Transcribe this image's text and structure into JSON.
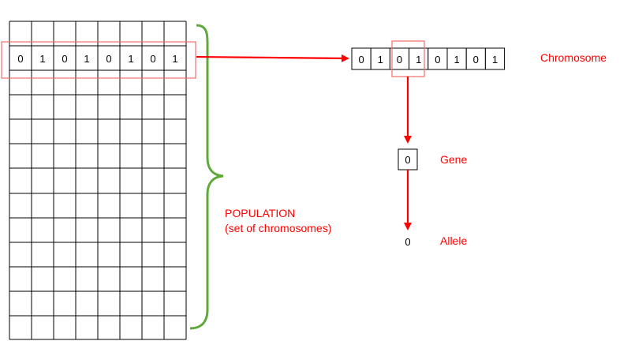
{
  "population": {
    "first_row": [
      "0",
      "1",
      "0",
      "1",
      "0",
      "1",
      "0",
      "1"
    ],
    "label_line1": "POPULATION",
    "label_line2": "(set of chromosomes)"
  },
  "chromosome": {
    "genes": [
      "0",
      "1",
      "0",
      "1",
      "0",
      "1",
      "0",
      "1"
    ],
    "label": "Chromosome"
  },
  "gene": {
    "value": "0",
    "label": "Gene"
  },
  "allele": {
    "value": "0",
    "label": "Allele"
  },
  "colors": {
    "accent": "#ff0000",
    "brace": "#5fa83a",
    "grid": "#000000"
  }
}
